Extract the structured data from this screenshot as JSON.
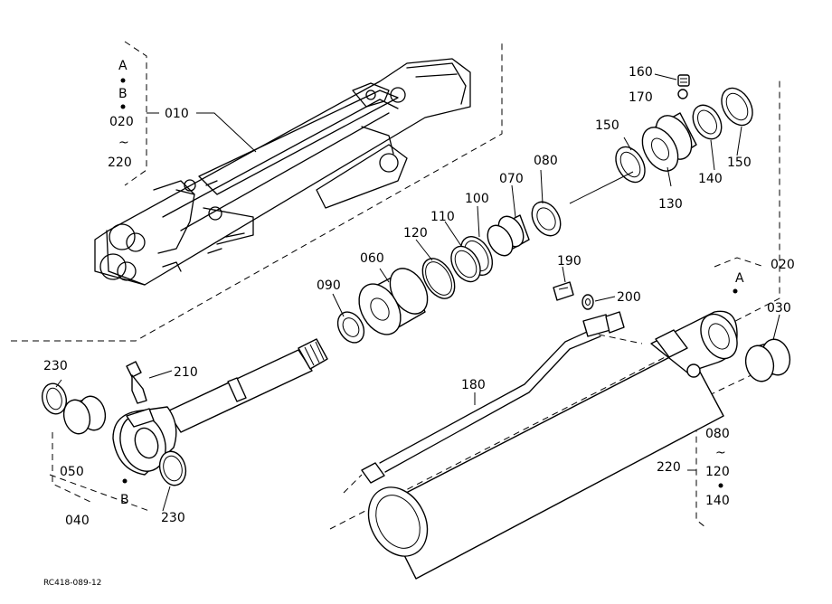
{
  "drawing_code": "RC418-089-12",
  "labels": {
    "p010": "010",
    "p020": "020",
    "p030": "030",
    "p040": "040",
    "p050": "050",
    "p060": "060",
    "p070": "070",
    "p080": "080",
    "p090": "090",
    "p100": "100",
    "p110": "110",
    "p120": "120",
    "p130": "130",
    "p140": "140",
    "p150a": "150",
    "p150b": "150",
    "p160": "160",
    "p170": "170",
    "p180": "180",
    "p190": "190",
    "p200": "200",
    "p210": "210",
    "p220": "220",
    "p230a": "230",
    "p230b": "230"
  },
  "ranges": {
    "top_left": {
      "a": "A",
      "b": "B",
      "from": "020",
      "tilde": "~",
      "to": "220"
    },
    "bottom_right": {
      "from": "080",
      "tilde": "~",
      "mid": "120",
      "to": "140"
    }
  },
  "refs": {
    "a": "A",
    "b": "B"
  }
}
